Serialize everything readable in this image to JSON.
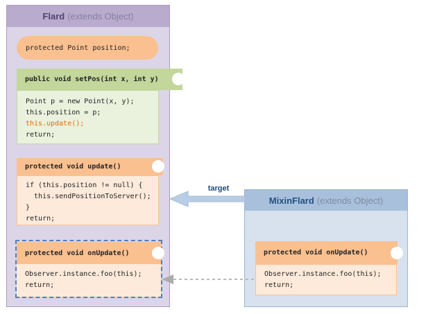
{
  "colors": {
    "accent_code_orange": "#e36c0a",
    "dashed_highlight_blue": "#4f81bd",
    "arrow_fill": "#b9cde5",
    "target_label_blue": "#1f497d"
  },
  "flard": {
    "title": "Flard",
    "title_suffix": "(extends Object)",
    "field": "protected Point position;",
    "setpos": {
      "signature": "public void setPos(int x, int y)",
      "lines": [
        "Point p = new Point(x, y);",
        "this.position = p;",
        "this.update();",
        "return;"
      ]
    },
    "update": {
      "signature": "protected void update()",
      "lines": [
        "if (this.position != null) {",
        "  this.sendPositionToServer();",
        "}",
        "return;"
      ]
    },
    "onupdate": {
      "signature": "protected void onUpdate()",
      "lines": [
        "Observer.instance.foo(this);",
        "return;"
      ]
    }
  },
  "mixin": {
    "title": "MixinFlard",
    "title_suffix": "(extends Object)",
    "onupdate": {
      "signature": "protected void onUpdate()",
      "lines": [
        "Observer.instance.foo(this);",
        "return;"
      ]
    }
  },
  "arrows": {
    "target_label": "target"
  }
}
